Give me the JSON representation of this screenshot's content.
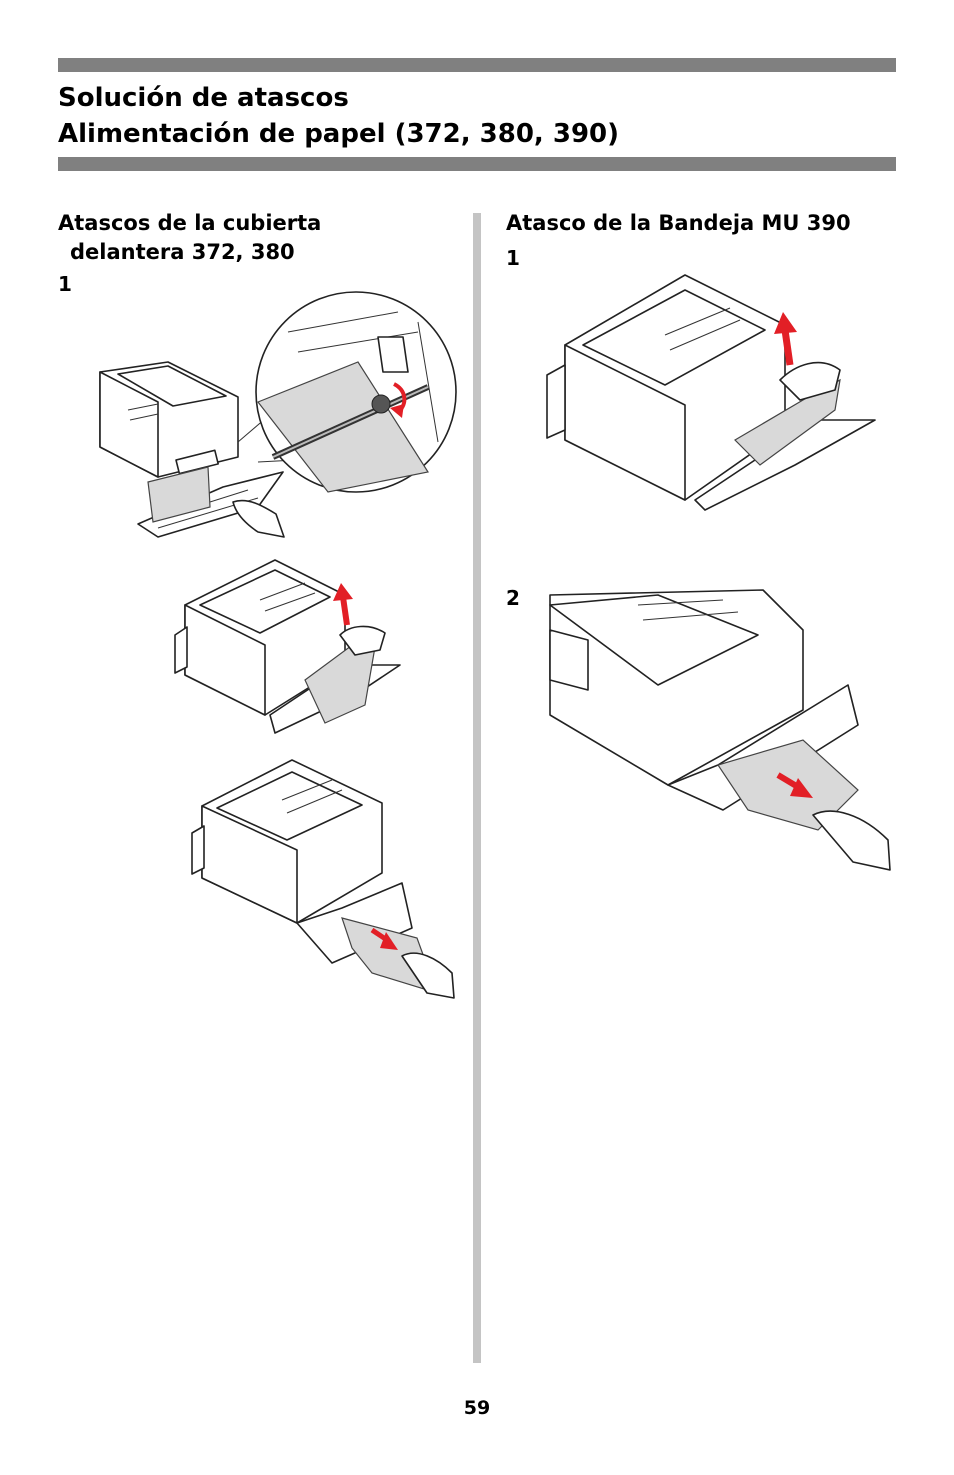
{
  "header": {
    "title_line1": "Solución de atascos",
    "title_line2": "Alimentación de papel (372, 380, 390)"
  },
  "left_column": {
    "heading_line1": "Atascos de la cubierta",
    "heading_line2": "delantera 372, 380",
    "step1": "1"
  },
  "right_column": {
    "heading": "Atasco de la Bandeja MU 390",
    "step1": "1",
    "step2": "2"
  },
  "footer": {
    "page_number": "59"
  },
  "colors": {
    "rule": "#808080",
    "divider": "#c4c4c4",
    "arrow": "#e21f26"
  },
  "icons": [
    "printer-illustration",
    "roller-detail-magnifier",
    "up-arrow-icon",
    "down-arrow-icon",
    "hand-icon"
  ]
}
